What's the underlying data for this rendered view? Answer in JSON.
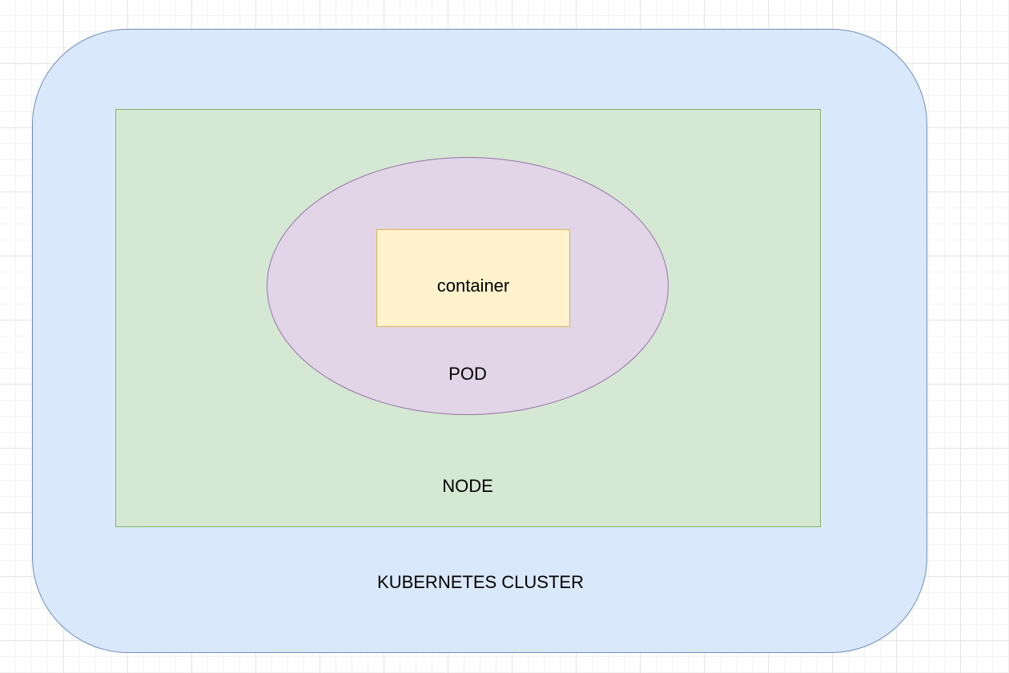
{
  "diagram": {
    "cluster": {
      "label": "KUBERNETES CLUSTER",
      "fill": "#dae8fc",
      "stroke": "#6c8ebf"
    },
    "node": {
      "label": "NODE",
      "fill": "#d5e8d4",
      "stroke": "#82b366"
    },
    "pod": {
      "label": "POD",
      "fill": "#e1d5e7",
      "stroke": "#9673a6"
    },
    "container": {
      "label": "container",
      "fill": "#fff2cc",
      "stroke": "#d6b656"
    }
  }
}
